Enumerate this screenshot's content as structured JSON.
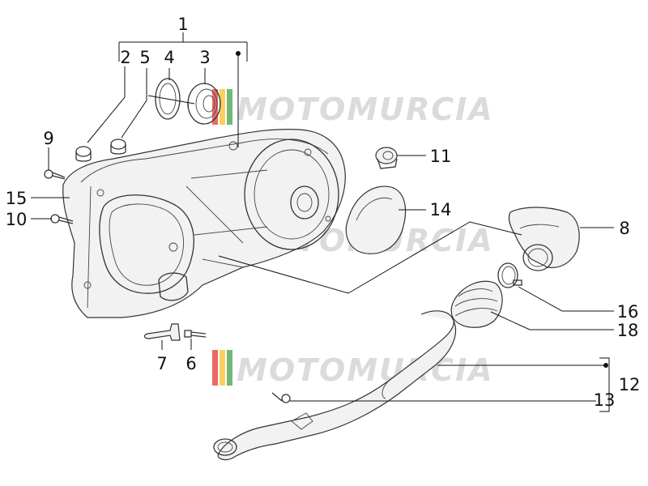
{
  "diagram": {
    "watermark_text": "MOTOMURCIA",
    "watermark_stripes": [
      "#e53935",
      "#fbc02d",
      "#43a047"
    ],
    "callouts": [
      {
        "id": "1",
        "label": "1"
      },
      {
        "id": "2",
        "label": "2"
      },
      {
        "id": "3",
        "label": "3"
      },
      {
        "id": "4",
        "label": "4"
      },
      {
        "id": "5",
        "label": "5"
      },
      {
        "id": "6",
        "label": "6"
      },
      {
        "id": "7",
        "label": "7"
      },
      {
        "id": "8",
        "label": "8"
      },
      {
        "id": "9",
        "label": "9"
      },
      {
        "id": "10",
        "label": "10"
      },
      {
        "id": "11",
        "label": "11"
      },
      {
        "id": "12",
        "label": "12"
      },
      {
        "id": "13",
        "label": "13"
      },
      {
        "id": "14",
        "label": "14"
      },
      {
        "id": "15",
        "label": "15"
      },
      {
        "id": "16",
        "label": "16"
      },
      {
        "id": "18",
        "label": "18"
      }
    ]
  }
}
